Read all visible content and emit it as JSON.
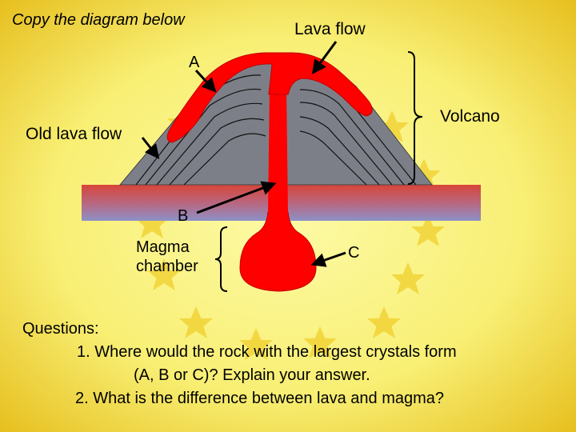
{
  "title": "Copy the diagram below",
  "labels": {
    "lava_flow": "Lava flow",
    "a": "A",
    "volcano": "Volcano",
    "old_lava_flow": "Old lava flow",
    "b": "B",
    "magma_chamber_line1": "Magma",
    "magma_chamber_line2": "chamber",
    "c": "C"
  },
  "questions": {
    "heading": "Questions:",
    "q1_line1": "1. Where would the rock with the largest crystals form",
    "q1_line2": "(A, B or C)? Explain your answer.",
    "q2": "2. What is the difference between lava and magma?"
  },
  "colors": {
    "background_center": "#fbf68a",
    "background_edge": "#e9c21a",
    "star": "#f0d02a",
    "rock": "#7f7f8a",
    "magma": "#ff0000",
    "ground_top": "#d84a3a",
    "ground_bottom": "#8a8ec4"
  }
}
